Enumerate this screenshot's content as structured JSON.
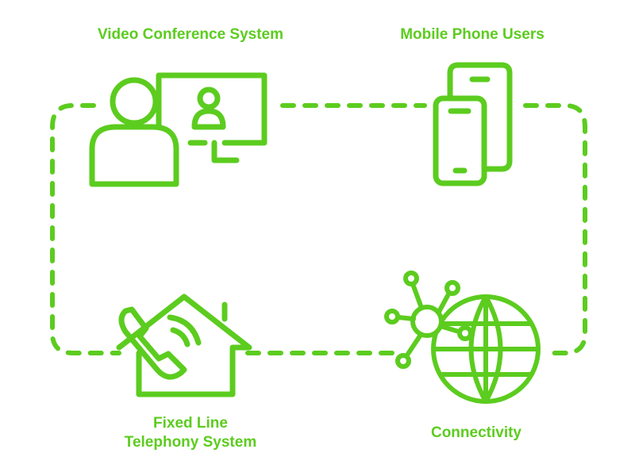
{
  "diagram": {
    "accent_color": "#5ccc1f",
    "background_color": "#ffffff",
    "connector_style": "dashed rounded loop",
    "nodes": [
      {
        "id": "video",
        "icon": "video-conference-icon",
        "label_lines": [
          "Video Conference System"
        ]
      },
      {
        "id": "mobile",
        "icon": "mobile-phones-icon",
        "label_lines": [
          "Mobile Phone Users"
        ]
      },
      {
        "id": "fixed",
        "icon": "house-telephone-icon",
        "label_lines": [
          "Fixed Line",
          "Telephony System"
        ]
      },
      {
        "id": "connectivity",
        "icon": "network-globe-icon",
        "label_lines": [
          "Connectivity"
        ]
      }
    ]
  }
}
